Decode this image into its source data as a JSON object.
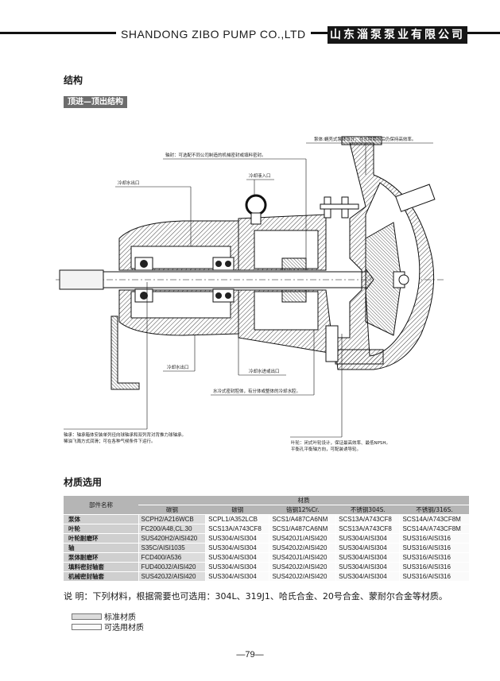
{
  "header": {
    "company_en": "SHANDONG ZIBO PUMP CO.,LTD",
    "company_cn": "山东淄泵泵业有限公司"
  },
  "section": {
    "structure_title": "结构",
    "subsection": "顶进—顶出结构"
  },
  "callouts": {
    "casing": "泵体:蜗壳式泵体设计，在长期磨损后仍保持高效率。",
    "shaft_seal": "轴封：可选配不同公司制造的机械密封或填料密封。",
    "cooling_outlet_top": "冷却水出口",
    "coolant_inlet": "冷却液入口",
    "cooling_outlet_bottom": "冷却水出口",
    "cooling_inout": "冷却水进或出口",
    "water_cooled_seal": "水冷式密封腔体，有分体或整体的冷却水腔。",
    "bearing_line1": "轴承：轴承箱体安装单列径向球轴承和双列背对背推力球轴承。",
    "bearing_line2": "稀油飞溅方式润滑；可在各种气候条件下运行。",
    "impeller_line1": "叶轮：闭式叶轮设计，保证最高效率、最低NPSH。",
    "impeller_line2": "平衡孔平衡轴方向，可配装诱导轮。"
  },
  "materials": {
    "title": "材质选用",
    "part_header": "部件名称",
    "material_header": "材质",
    "columns": [
      "碳钢",
      "碳钢",
      "铬钢12%Cr.",
      "不锈钢304S.",
      "不锈钢/316S."
    ],
    "rows": [
      {
        "part": "泵体",
        "values": [
          "SCPH2/A216WCB",
          "SCPL1/A352LCB",
          "SCS1/A487CA6NM",
          "SCS13A/A743CF8",
          "SCS14A/A743CF8M"
        ]
      },
      {
        "part": "叶轮",
        "values": [
          "FC200/A48,CL.30",
          "SCS13A/A743CF8",
          "SCS1/A487CA6NM",
          "SCS13A/A743CF8",
          "SCS14A/A743CF8M"
        ]
      },
      {
        "part": "叶轮耐磨环",
        "values": [
          "SUS420H2/AISI420",
          "SUS304/AISI304",
          "SUS420J1/AISI420",
          "SUS304/AISI304",
          "SUS316/AISI316"
        ]
      },
      {
        "part": "轴",
        "values": [
          "S35C/AISI1035",
          "SUS304/AISI304",
          "SUS420J2/AISI420",
          "SUS304/AISI304",
          "SUS316/AISI316"
        ]
      },
      {
        "part": "泵体耐磨环",
        "values": [
          "FCD400/A536",
          "SUS304/AISI304",
          "SUS420J1/AISI420",
          "SUS304/AISI304",
          "SUS316/AISI316"
        ]
      },
      {
        "part": "填料密封轴套",
        "values": [
          "FUD400J2/AISI420",
          "SUS304/AISI304",
          "SUS420J2/AISI420",
          "SUS304/AISI304",
          "SUS316/AISI316"
        ]
      },
      {
        "part": "机械密封轴套",
        "values": [
          "SUS420J2/AISI420",
          "SUS304/AISI304",
          "SUS420J2/AISI420",
          "SUS304/AISI304",
          "SUS316/AISI316"
        ]
      }
    ],
    "standard_flags": [
      [
        true,
        false,
        false,
        false,
        false
      ],
      [
        true,
        false,
        false,
        false,
        false
      ],
      [
        true,
        false,
        false,
        false,
        false
      ],
      [
        true,
        false,
        false,
        false,
        false
      ],
      [
        true,
        false,
        false,
        false,
        false
      ],
      [
        true,
        false,
        false,
        false,
        false
      ],
      [
        true,
        false,
        false,
        false,
        false
      ]
    ]
  },
  "note": "说 明：下列材料，根据需要也可选用：304L、319J1、哈氏合金、20号合金、蒙耐尔合金等材质。",
  "legend": {
    "standard": "标准材质",
    "optional": "可选用材质",
    "standard_color": "#dcdcdc",
    "optional_color": "#fafafa"
  },
  "page_number": "—79—"
}
